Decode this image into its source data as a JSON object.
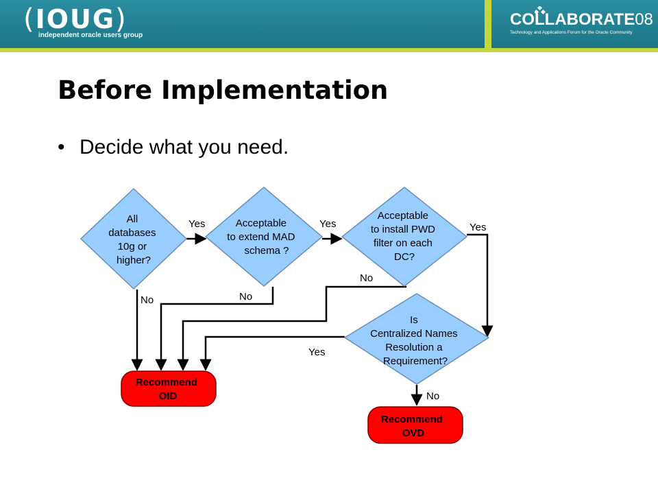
{
  "header": {
    "left_logo": {
      "name": "IOUG",
      "tagline": "independent oracle users group"
    },
    "right_logo": {
      "name": "COLLABORATE",
      "year": "08",
      "tagline": "Technology and Applications Forum for the Oracle Community"
    }
  },
  "slide": {
    "title": "Before Implementation",
    "bullets": [
      "Decide what you need."
    ]
  },
  "flowchart": {
    "decisions": {
      "d1": [
        "All",
        "databases",
        "10g or",
        "higher?"
      ],
      "d2": [
        "Acceptable",
        "to extend MAD",
        "schema ?"
      ],
      "d3": [
        "Acceptable",
        "to install PWD",
        "filter on each",
        "DC?"
      ],
      "d4": [
        "Is",
        "Centralized Names",
        "Resolution a",
        "Requirement?"
      ]
    },
    "outcomes": {
      "oid": [
        "Recommend",
        "OID"
      ],
      "ovd": [
        "Recommend",
        "OVD"
      ]
    },
    "edge_labels": {
      "d1_yes": "Yes",
      "d2_yes": "Yes",
      "d3_yes": "Yes",
      "d1_no": "No",
      "d2_no": "No",
      "d3_no": "No",
      "d4_yes": "Yes",
      "d4_no": "No"
    },
    "colors": {
      "decision_fill": "#99ccff",
      "decision_stroke": "#6b8fb0",
      "outcome_fill": "#ff0000",
      "outcome_stroke": "#7a0000",
      "connector": "#000000"
    }
  }
}
